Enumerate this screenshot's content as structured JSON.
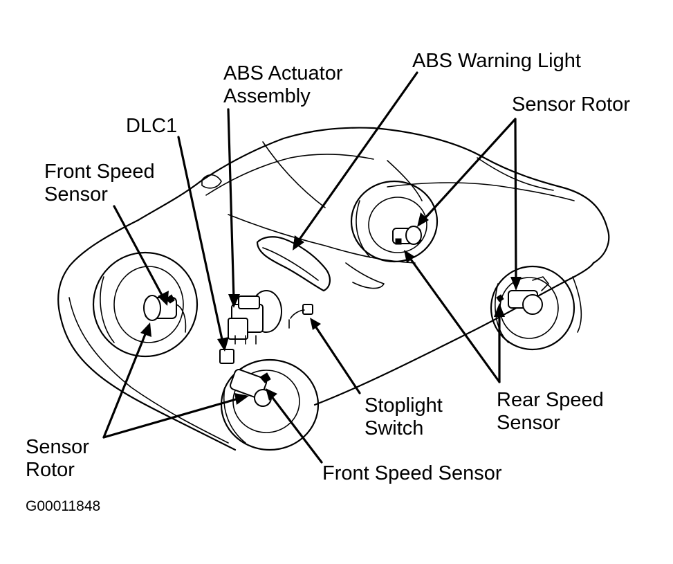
{
  "labels": {
    "abs_actuator": [
      "ABS Actuator",
      "Assembly"
    ],
    "abs_warning_light": "ABS Warning Light",
    "sensor_rotor_rear": "Sensor Rotor",
    "dlc1": "DLC1",
    "front_speed_sensor_left": [
      "Front Speed",
      "Sensor"
    ],
    "stoplight_switch": [
      "Stoplight",
      "Switch"
    ],
    "rear_speed_sensor": [
      "Rear Speed",
      "Sensor"
    ],
    "sensor_rotor_front": [
      "Sensor",
      "Rotor"
    ],
    "front_speed_sensor_bottom": "Front Speed Sensor"
  },
  "figure_code": "G00011848"
}
